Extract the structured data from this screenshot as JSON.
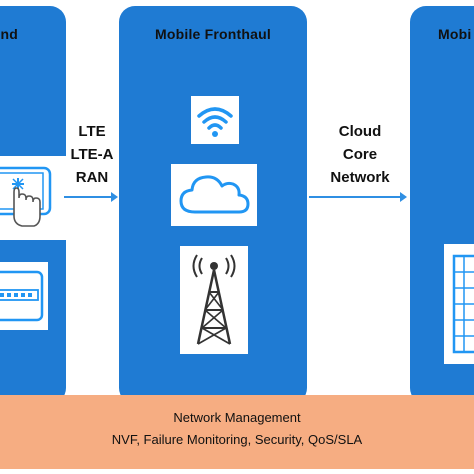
{
  "columns": {
    "left": {
      "title": "nd"
    },
    "center": {
      "title": "Mobile Fronthaul"
    },
    "right": {
      "title": "Mobi"
    }
  },
  "connectors": {
    "ran": {
      "lines": [
        "LTE",
        "LTE-A",
        "RAN"
      ]
    },
    "cloud": {
      "lines": [
        "Cloud",
        "Core",
        "Network"
      ]
    }
  },
  "management": {
    "title": "Network Management",
    "subtitle": "NVF, Failure Monitoring, Security, QoS/SLA"
  },
  "icons": {
    "left_top": "touch-tablet-icon",
    "left_bottom": "server-rack-icon",
    "center_top": "wifi-icon",
    "center_middle": "cloud-icon",
    "center_bottom": "cell-tower-icon",
    "right_bottom": "building-icon"
  },
  "colors": {
    "column_blue": "#1f7bd3",
    "icon_blue": "#2196f3",
    "arrow_blue": "#2f8fe3",
    "management_bar": "#f6ad82"
  }
}
